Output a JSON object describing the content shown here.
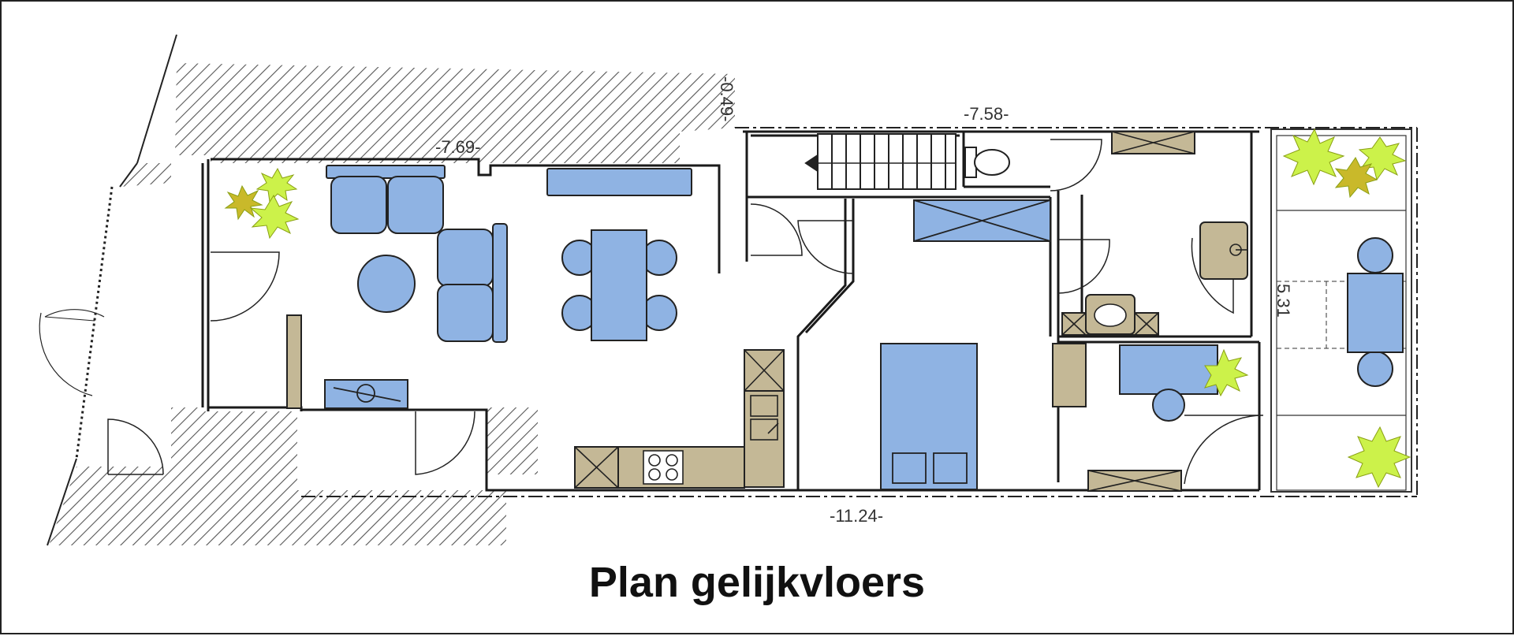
{
  "title": "Plan gelijkvloers",
  "dimensions": {
    "top_left": "-7.69-",
    "offset": "-0.49-",
    "top_right": "-7.58-",
    "bottom": "-11.24-",
    "right_side": "5.31"
  },
  "colors": {
    "furniture_blue": "#8fb3e3",
    "fixture_tan": "#c4b896",
    "plant_green": "#ccf24a",
    "plant_gold": "#c9b92a",
    "wall": "#1a1a1a",
    "hatch": "#555555"
  }
}
